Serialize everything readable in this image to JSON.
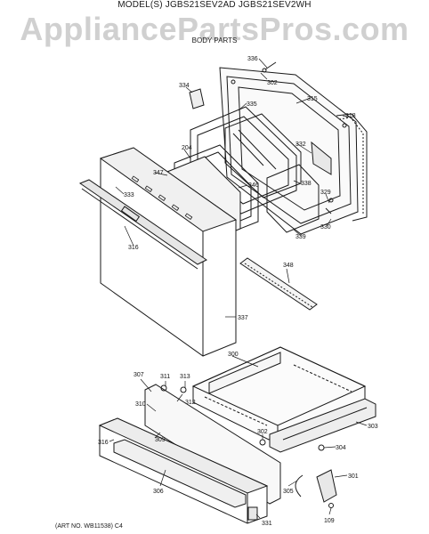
{
  "header": {
    "models": "MODEL(S) JGBS21SEV2AD  JGBS21SEV2WH",
    "section": "BODY PARTS"
  },
  "watermark": "AppliancePartsPros.com",
  "footer": "(ART NO. WB11538) C4",
  "callouts": [
    {
      "id": "c336",
      "label": "336"
    },
    {
      "id": "c302a",
      "label": "302"
    },
    {
      "id": "c334",
      "label": "334"
    },
    {
      "id": "c315",
      "label": "315"
    },
    {
      "id": "c335",
      "label": "335"
    },
    {
      "id": "c318",
      "label": "318"
    },
    {
      "id": "c332",
      "label": "332"
    },
    {
      "id": "c204",
      "label": "204"
    },
    {
      "id": "c347",
      "label": "347"
    },
    {
      "id": "c338a",
      "label": "338"
    },
    {
      "id": "c346",
      "label": "346"
    },
    {
      "id": "c333",
      "label": "333"
    },
    {
      "id": "c329",
      "label": "329"
    },
    {
      "id": "c330",
      "label": "330"
    },
    {
      "id": "c339",
      "label": "339"
    },
    {
      "id": "c316a",
      "label": "316"
    },
    {
      "id": "c348",
      "label": "348"
    },
    {
      "id": "c337",
      "label": "337"
    },
    {
      "id": "c300",
      "label": "300"
    },
    {
      "id": "c307",
      "label": "307"
    },
    {
      "id": "c311",
      "label": "311"
    },
    {
      "id": "c313",
      "label": "313"
    },
    {
      "id": "c312",
      "label": "312"
    },
    {
      "id": "c310",
      "label": "310"
    },
    {
      "id": "c303",
      "label": "303"
    },
    {
      "id": "c302b",
      "label": "302"
    },
    {
      "id": "c304",
      "label": "304"
    },
    {
      "id": "c316b",
      "label": "316"
    },
    {
      "id": "c309",
      "label": "309"
    },
    {
      "id": "c301",
      "label": "301"
    },
    {
      "id": "c306",
      "label": "306"
    },
    {
      "id": "c305",
      "label": "305"
    },
    {
      "id": "c109",
      "label": "109"
    },
    {
      "id": "c331",
      "label": "331"
    }
  ]
}
